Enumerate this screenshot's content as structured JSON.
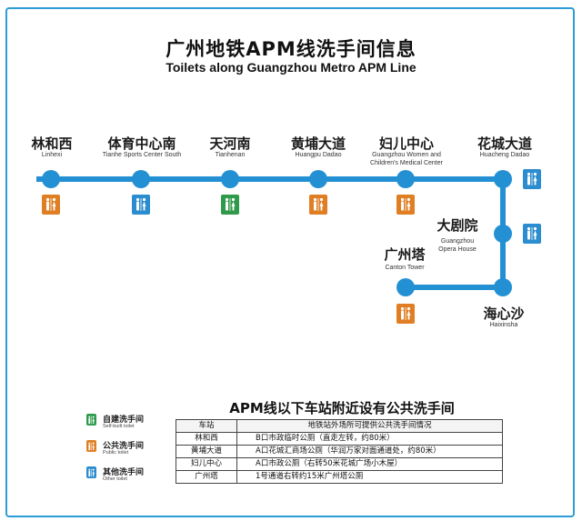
{
  "title_cn": "广州地铁APM线洗手间信息",
  "title_en": "Toilets along Guangzhou Metro APM Line",
  "colors": {
    "line": "#2490d4",
    "self_built": "#2e9a4a",
    "public": "#e07e24",
    "other": "#2b8ccf"
  },
  "stations": [
    {
      "cn": "林和西",
      "en": [
        "Linhexi"
      ],
      "toilet": "public"
    },
    {
      "cn": "体育中心南",
      "en": [
        "Tianhe Sports Center South"
      ],
      "toilet": "other"
    },
    {
      "cn": "天河南",
      "en": [
        "Tianhenan"
      ],
      "toilet": "self_built"
    },
    {
      "cn": "黄埔大道",
      "en": [
        "Huangpu Dadao"
      ],
      "toilet": "public"
    },
    {
      "cn": "妇儿中心",
      "en": [
        "Guangzhou Women and",
        "Children's Medical Center"
      ],
      "toilet": "public"
    },
    {
      "cn": "花城大道",
      "en": [
        "Huacheng Dadao"
      ],
      "toilet": "other"
    },
    {
      "cn": "大剧院",
      "en": [
        "Guangzhou",
        "Opera House"
      ],
      "toilet": "other"
    },
    {
      "cn": "海心沙",
      "en": [
        "Haixinsha"
      ],
      "toilet": "none"
    },
    {
      "cn": "广州塔",
      "en": [
        "Canton Tower"
      ],
      "toilet": "public"
    }
  ],
  "legend": [
    {
      "type": "self_built",
      "cn": "自建洗手间",
      "en": "Self-built toilet"
    },
    {
      "type": "public",
      "cn": "公共洗手间",
      "en": "Public toilet"
    },
    {
      "type": "other",
      "cn": "其他洗手间",
      "en": "Other toilet"
    }
  ],
  "table": {
    "title": "APM线以下车站附近设有公共洗手间",
    "headers": [
      "车站",
      "地铁站外场所可提供公共洗手间情况"
    ],
    "rows": [
      [
        "林和西",
        "B口市政临时公厕（直走左转，约80米）"
      ],
      [
        "黄埔大道",
        "A口花城汇商场公厕（华润万家对面通道处，约80米）"
      ],
      [
        "妇儿中心",
        "A口市政公厕（右转50米花城广场小木屋）"
      ],
      [
        "广州塔",
        "1号通道右转约15米广州塔公厕"
      ]
    ]
  }
}
